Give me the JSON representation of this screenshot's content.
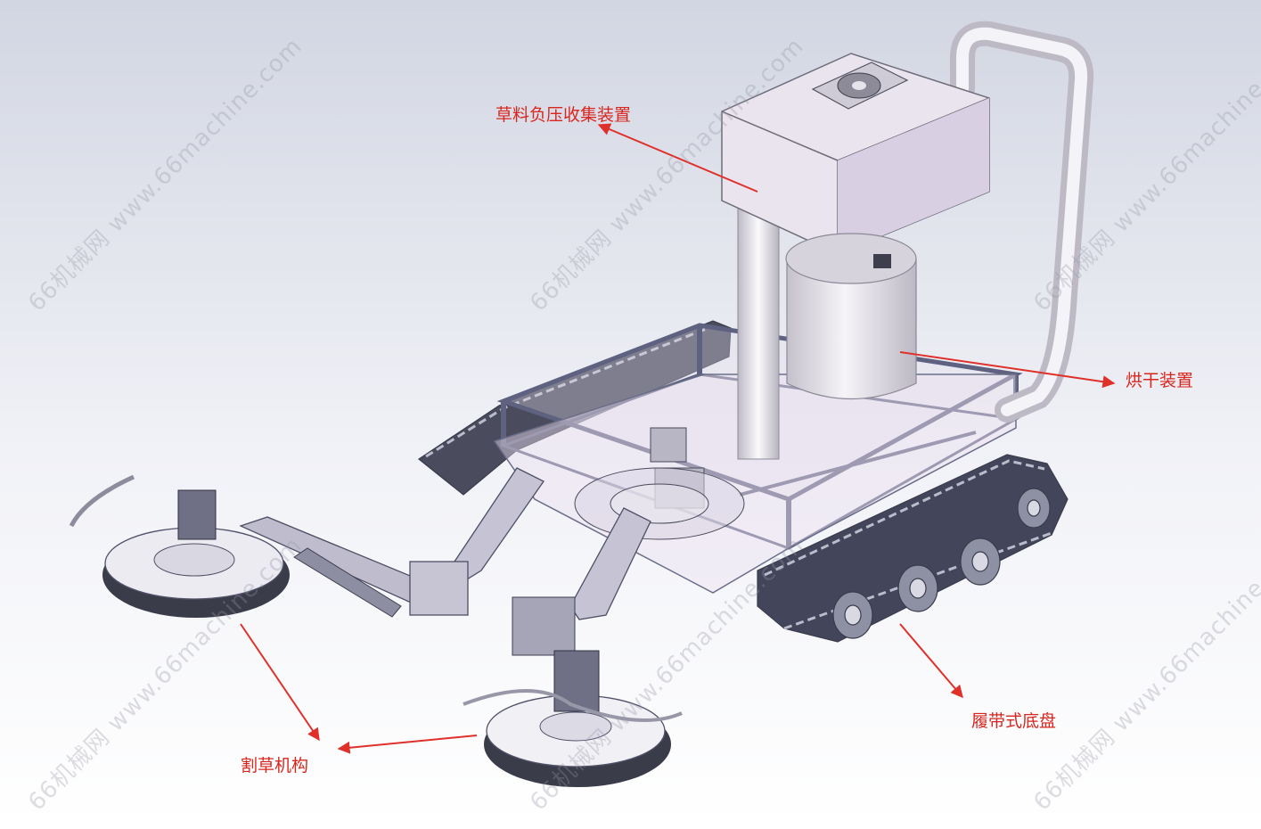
{
  "labels": {
    "collector": "草料负压收集装置",
    "dryer": "烘干装置",
    "chassis": "履带式底盘",
    "cutter": "割草机构"
  },
  "watermark": "66机械网 www.66machine.com",
  "colors": {
    "label": "#d8261f",
    "arrow": "#e0302a",
    "frame": "#5e6280",
    "box_fill": "#ece8f0",
    "track": "#3a3c4c",
    "bg_top": "#d2d6e2",
    "bg_mid": "#f1f2f7"
  }
}
